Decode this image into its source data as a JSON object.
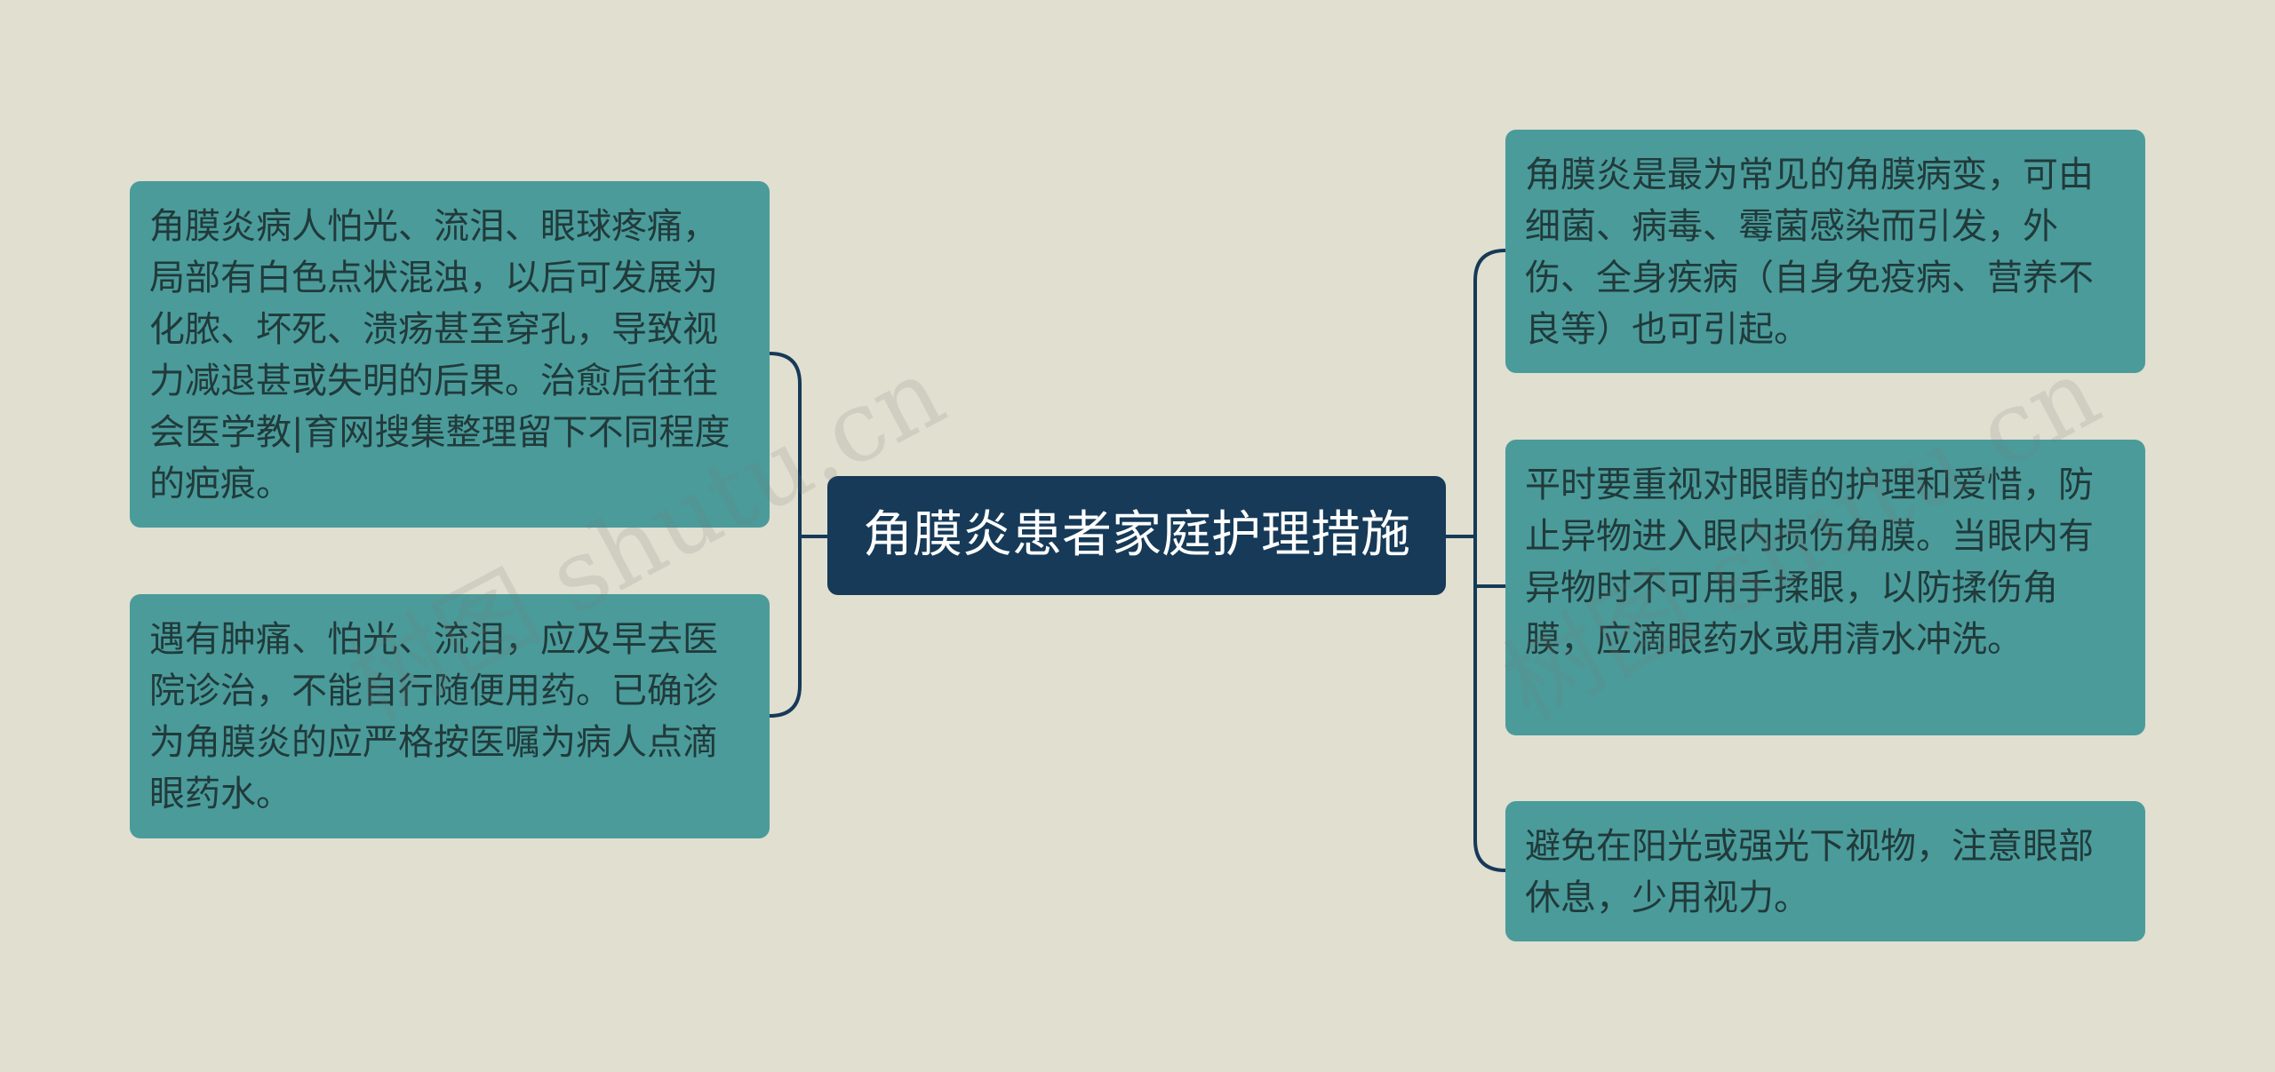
{
  "central_topic": "角膜炎患者家庭护理措施",
  "left_branches": [
    {
      "text": "角膜炎病人怕光、流泪、眼球疼痛，局部有白色点状混浊，以后可发展为化脓、坏死、溃疡甚至穿孔，导致视力减退甚或失明的后果。治愈后往往会医学教|育网搜集整理留下不同程度的疤痕。"
    },
    {
      "text": "遇有肿痛、怕光、流泪，应及早去医院诊治，不能自行随便用药。已确诊为角膜炎的应严格按医嘱为病人点滴眼药水。"
    }
  ],
  "right_branches": [
    {
      "text": "角膜炎是最为常见的角膜病变，可由细菌、病毒、霉菌感染而引发，外伤、全身疾病（自身免疫病、营养不良等）也可引起。"
    },
    {
      "text": "平时要重视对眼睛的护理和爱惜，防止异物进入眼内损伤角膜。当眼内有异物时不可用手揉眼，以防揉伤角膜，应滴眼药水或用清水冲洗。"
    },
    {
      "text": "避免在阳光或强光下视物，注意眼部休息，少用视力。"
    }
  ],
  "watermarks": [
    "树图 shutu.cn",
    "树图 shutu.cn"
  ],
  "colors": {
    "background": "#e0dfd0",
    "central_fill": "#163a58",
    "branch_fill": "#4b9b9b",
    "connector": "#163a58",
    "branch_text": "#213a3a"
  }
}
